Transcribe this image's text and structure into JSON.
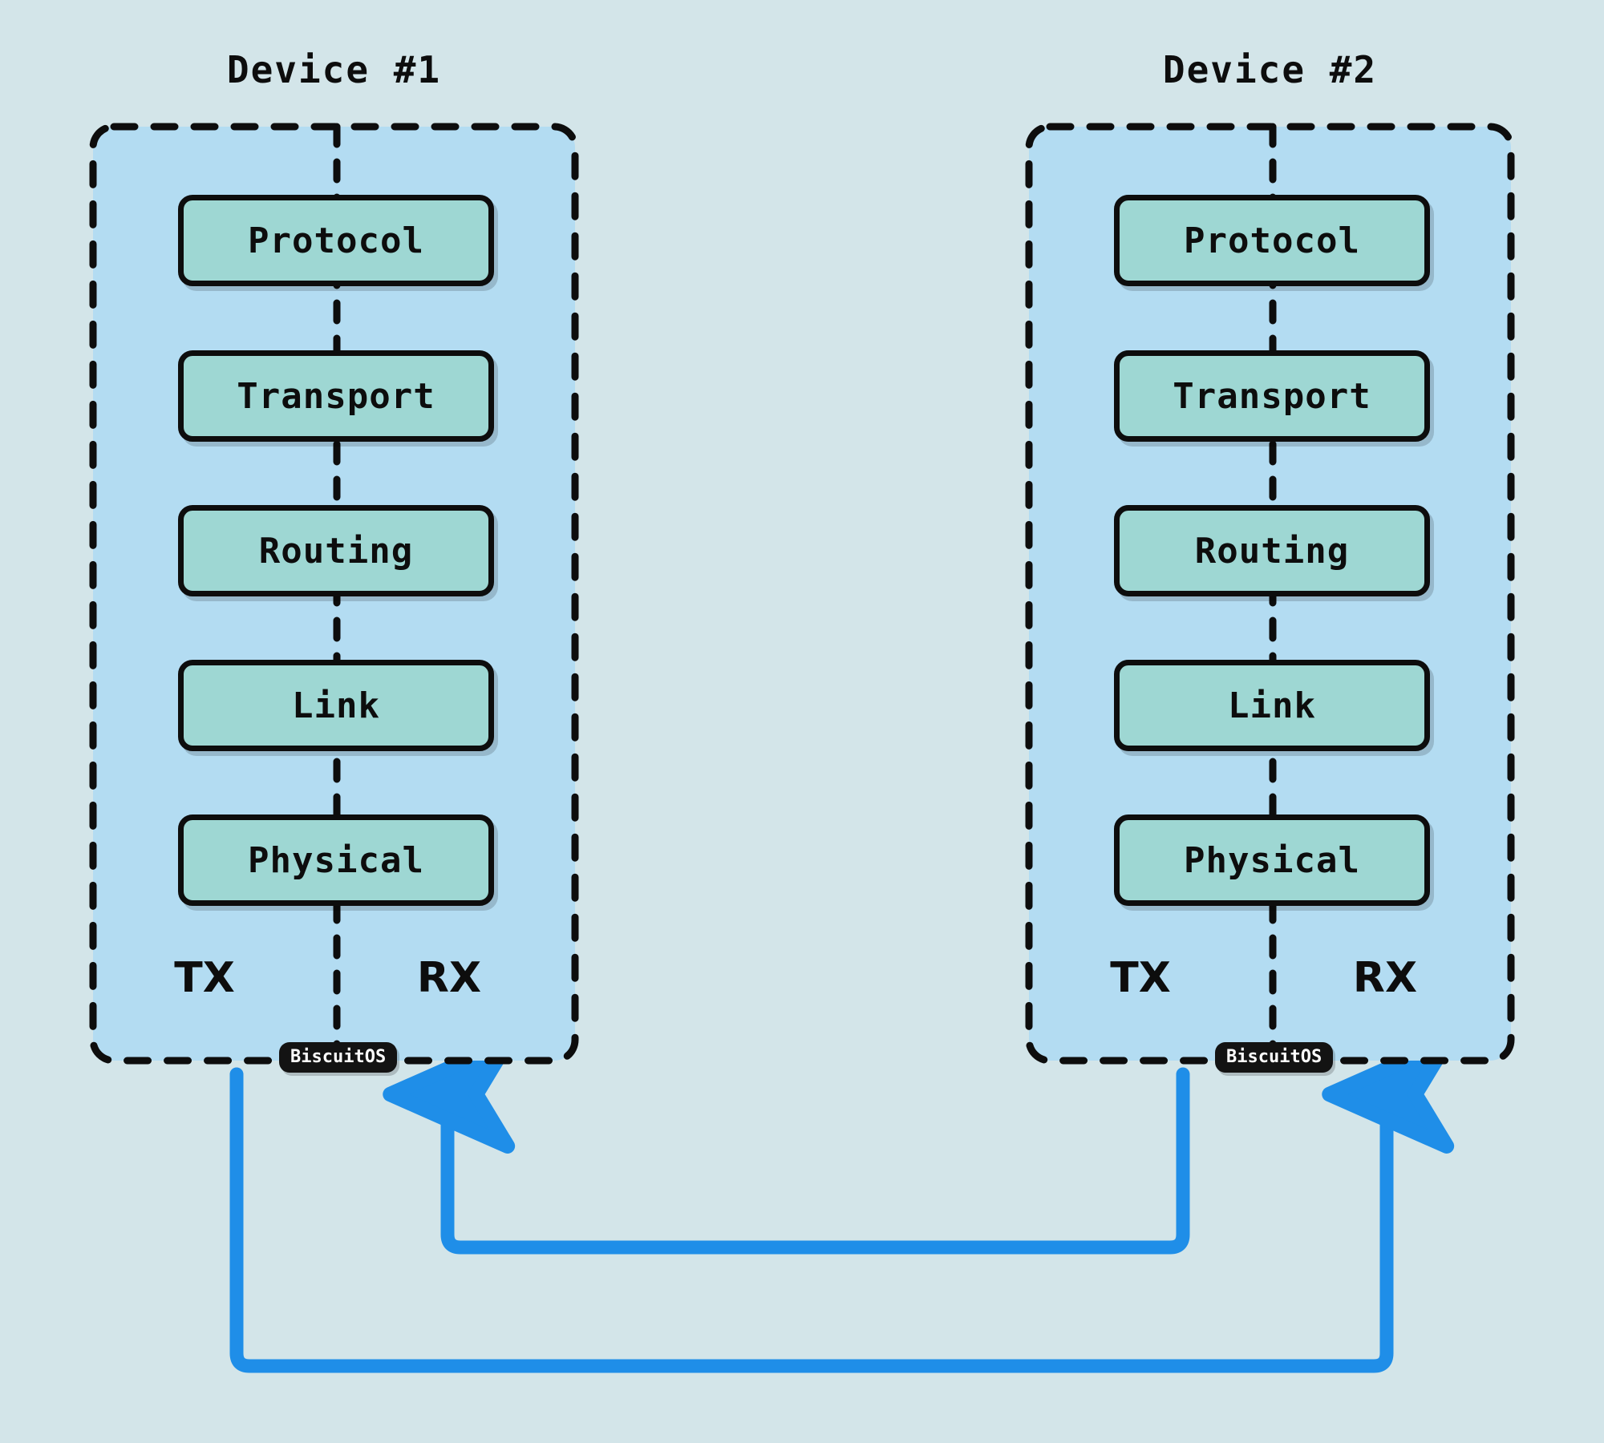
{
  "diagram": {
    "title": "Network stack link between two devices",
    "background_color": "#d3e5e9",
    "panel_color": "#b3dcf2",
    "box_color": "#9ed7d3",
    "stroke_color": "#0d0d0d",
    "link_color": "#1f8ee8",
    "badge_color": "#131313"
  },
  "devices": [
    {
      "id": "device-1",
      "title": "Device #1",
      "layers": [
        {
          "label": "Protocol"
        },
        {
          "label": "Transport"
        },
        {
          "label": "Routing"
        },
        {
          "label": "Link"
        },
        {
          "label": "Physical"
        }
      ],
      "ports": {
        "tx": "TX",
        "rx": "RX"
      },
      "badge": "BiscuitOS"
    },
    {
      "id": "device-2",
      "title": "Device #2",
      "layers": [
        {
          "label": "Protocol"
        },
        {
          "label": "Transport"
        },
        {
          "label": "Routing"
        },
        {
          "label": "Link"
        },
        {
          "label": "Physical"
        }
      ],
      "ports": {
        "tx": "TX",
        "rx": "RX"
      },
      "badge": "BiscuitOS"
    }
  ],
  "links": [
    {
      "id": "link-d2tx-to-d1rx",
      "from": "device-2.tx",
      "to": "device-1.rx",
      "color": "#1f8ee8"
    },
    {
      "id": "link-d1tx-to-d2rx",
      "from": "device-1.tx",
      "to": "device-2.rx",
      "color": "#1f8ee8"
    }
  ]
}
